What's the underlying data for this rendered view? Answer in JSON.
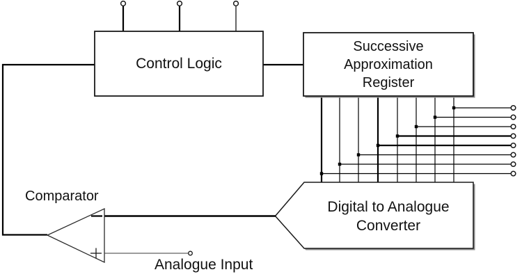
{
  "blocks": {
    "control_logic": {
      "label": "Control Logic"
    },
    "sar": {
      "label": "Successive\nApproximation\nRegister"
    },
    "dac": {
      "label": "Digital to Analogue\nConverter"
    },
    "comparator": {
      "label": "Comparator"
    },
    "analogue_input": {
      "label": "Analogue Input"
    }
  },
  "terminals": {
    "control_top_count": 3,
    "digital_output_count": 8,
    "analogue_input_count": 1
  },
  "comparator_symbols": {
    "inverting": "−",
    "non_inverting": "+"
  },
  "colors": {
    "line": "#000000",
    "box_border": "#1a1a1a",
    "box_fill": "#ffffff",
    "shadow": "#8c8c8c",
    "background": "#ffffff"
  }
}
